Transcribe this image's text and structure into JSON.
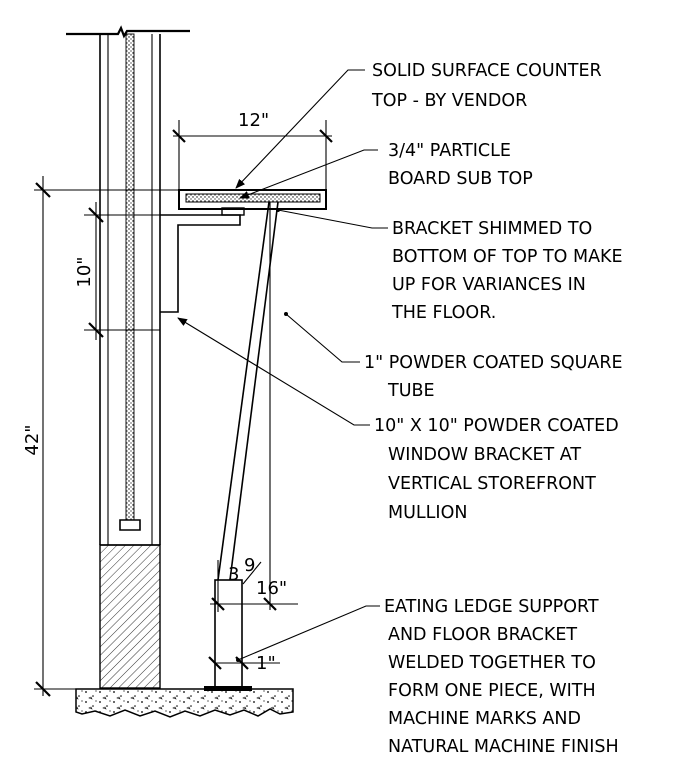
{
  "annotations": {
    "counter_top": [
      "SOLID SURFACE COUNTER",
      "TOP - BY VENDOR"
    ],
    "sub_top": [
      "3/4\" PARTICLE",
      "BOARD SUB TOP"
    ],
    "bracket_shim": [
      "BRACKET SHIMMED TO",
      "BOTTOM OF TOP TO MAKE",
      "UP FOR VARIANCES IN",
      "THE FLOOR."
    ],
    "square_tube": [
      "1\" POWDER COATED SQUARE",
      "TUBE"
    ],
    "window_bracket": [
      "10\" X 10\" POWDER COATED",
      "WINDOW BRACKET AT",
      "VERTICAL STOREFRONT",
      "MULLION"
    ],
    "ledge_support": [
      "EATING LEDGE SUPPORT",
      "AND FLOOR BRACKET",
      "WELDED TOGETHER TO",
      "FORM ONE PIECE, WITH",
      "MACHINE MARKS AND",
      "NATURAL MACHINE FINISH"
    ]
  },
  "dimensions": {
    "top_width": "12\"",
    "bracket_height": "10\"",
    "overall_height": "42\"",
    "offset_3": "3",
    "offset_9": "9",
    "offset_16": "16\"",
    "tube_size": "1\""
  }
}
